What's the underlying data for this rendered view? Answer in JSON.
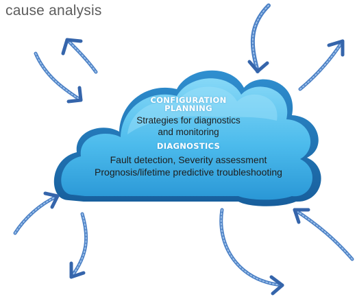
{
  "fragment_text": "cause analysis",
  "cloud": {
    "configuration_heading_lines": [
      "CONFIGURATION",
      "PLANNING"
    ],
    "configuration_body_lines": [
      "Strategies for diagnostics",
      "and monitoring"
    ],
    "diagnostics_heading": "DIAGNOSTICS",
    "diagnostics_body_lines": [
      "Fault detection, Severity assessment",
      "Prognosis/lifetime predictive troubleshooting"
    ]
  },
  "colors": {
    "cloud_light": "#7fd3f5",
    "cloud_mid": "#3fb0e6",
    "cloud_dark": "#1b6fb0",
    "arrow": "#4a7fc4",
    "arrow_dark": "#2c5fa6"
  },
  "arrows": [
    {
      "name": "arrow-top-left-up",
      "direction": "points up-left"
    },
    {
      "name": "arrow-left-down",
      "direction": "points down-right toward cloud"
    },
    {
      "name": "arrow-top-center-down",
      "direction": "points down toward cloud"
    },
    {
      "name": "arrow-top-right-up",
      "direction": "points up-right"
    },
    {
      "name": "arrow-left-up",
      "direction": "points up toward cloud"
    },
    {
      "name": "arrow-bottom-left-down",
      "direction": "points down-left"
    },
    {
      "name": "arrow-bottom-center-right",
      "direction": "points down-right"
    },
    {
      "name": "arrow-right-in",
      "direction": "points left toward cloud"
    }
  ]
}
